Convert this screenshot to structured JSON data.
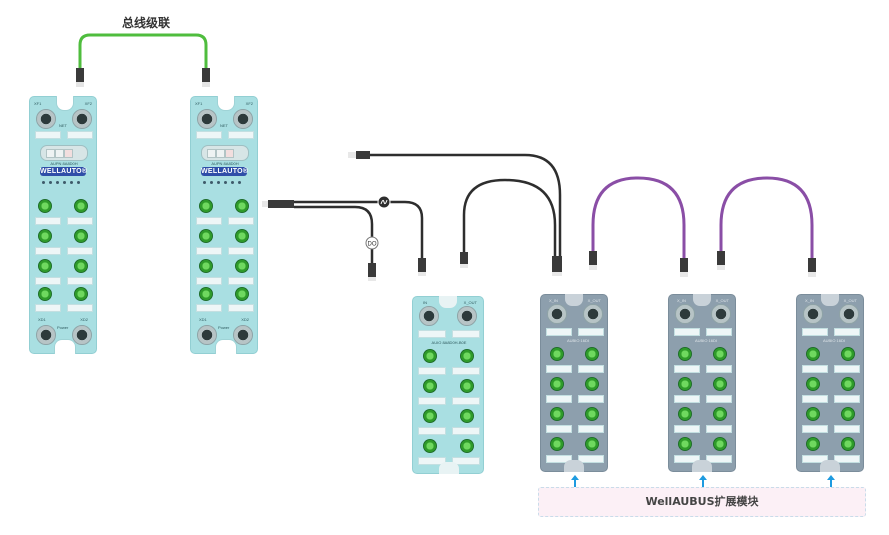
{
  "title": "总线级联",
  "extension_label": "WellAUBUS扩展模块",
  "colors": {
    "bus_cable": "#4fbd3e",
    "aubus_cable": "#8a4ea6",
    "io_cable": "#2e2e2e",
    "master_body": "#a9dfe2",
    "exp_body": "#8d9fad",
    "arrow": "#1e9be0",
    "brand_badge": "#2f4ea8"
  },
  "masters": [
    {
      "id": "master-1",
      "top_left_label": "XF1",
      "top_right_label": "XF2",
      "net_label": "NET",
      "model": "AUPN 8A8D0H",
      "brand": "WELLAUTO®",
      "bottom_left_label": "XD1",
      "bottom_right_label": "XD2",
      "power_label": "Power"
    },
    {
      "id": "master-2",
      "top_left_label": "XF1",
      "top_right_label": "XF2",
      "net_label": "NET",
      "model": "AUPN 8A8D0H",
      "brand": "WELLAUTO®",
      "bottom_left_label": "XD1",
      "bottom_right_label": "XD2",
      "power_label": "Power"
    }
  ],
  "io_module": {
    "in_label": "IN",
    "out_label": "X_OUT",
    "model": "AUIO 8A8D0H-B0E"
  },
  "expansion_modules": [
    {
      "in_label": "X_IN",
      "out_label": "X_OUT",
      "model": "AUBIO 16DI"
    },
    {
      "in_label": "X_IN",
      "out_label": "X_OUT",
      "model": "AUBIO 16DI"
    },
    {
      "in_label": "X_IN",
      "out_label": "X_OUT",
      "model": "AUBIO 16DI"
    }
  ],
  "cable_badges": {
    "power_badge": "~",
    "do_badge": "DO"
  }
}
